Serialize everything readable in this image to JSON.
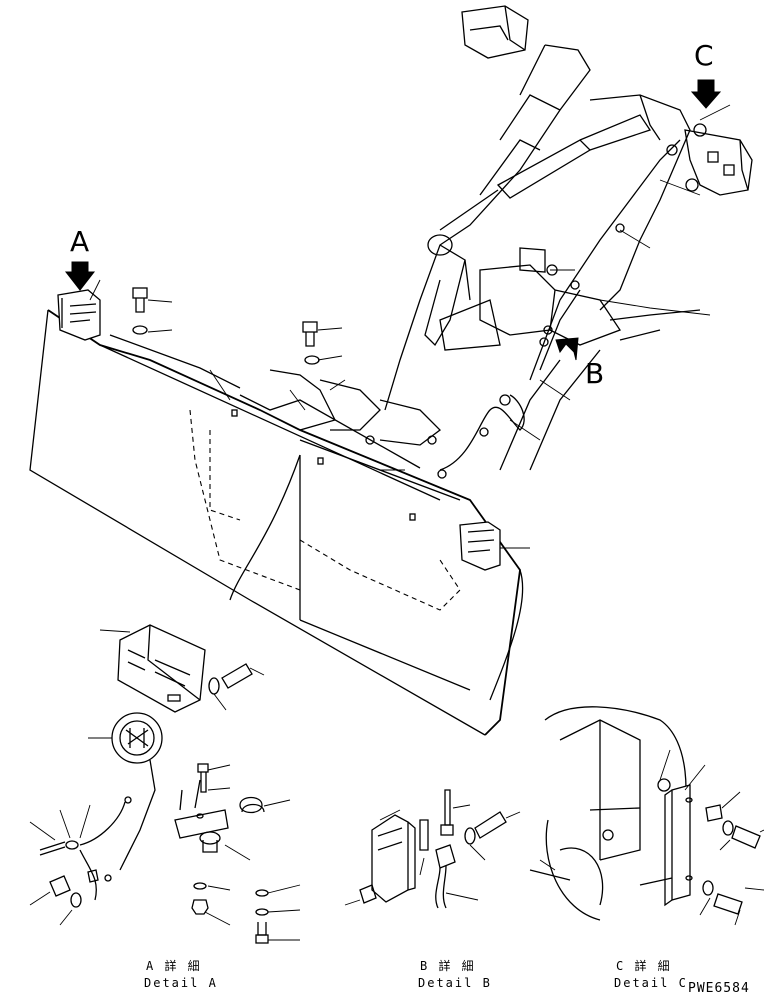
{
  "view_labels": {
    "a": "A",
    "b": "B",
    "c": "C"
  },
  "details": {
    "a": {
      "jp": "A 詳 細",
      "en": "Detail A"
    },
    "b": {
      "jp": "B 詳 細",
      "en": "Detail B"
    },
    "c": {
      "jp": "C 詳 細",
      "en": "Detail C"
    }
  },
  "drawing_code": "PWE6584"
}
